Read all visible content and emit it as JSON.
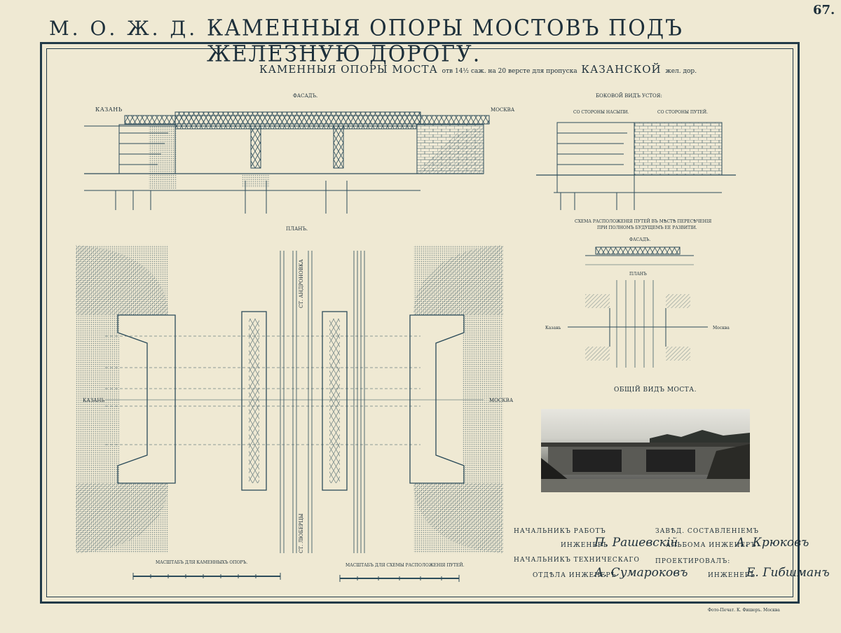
{
  "plate_number": "67.",
  "railway_mark": "М. О. Ж. Д.",
  "page_title": "КАМЕННЫЯ ОПОРЫ МОСТОВЪ ПОДЪ ЖЕЛЕЗНУЮ ДОРОГУ.",
  "sheet": {
    "title_main": "КАМЕННЫЯ ОПОРЫ МОСТА",
    "title_small": "отв 14½ саж. на 20 версте для пропуска",
    "title_kazan": "КАЗАНСКОЙ",
    "title_tail": "жел. дор."
  },
  "facade": {
    "label": "ФАСАДЪ.",
    "left_direction": "КАЗАНЬ",
    "right_direction": "МОСКВА"
  },
  "side_view": {
    "label": "БОКОВОЙ ВИДЪ УСТОЯ:",
    "left_caption": "СО СТОРОНЫ НАСЫПИ.",
    "right_caption": "СО СТОРОНЫ ПУТЕЙ."
  },
  "scheme": {
    "title_line1": "СХЕМА РАСПОЛОЖЕНІЯ ПУТЕЙ ВЪ МѢСТѢ ПЕРЕСѢЧЕНІЯ",
    "title_line2": "ПРИ ПОЛНОМЪ БУДУЩЕМЪ ЕЕ РАЗВИТІИ.",
    "facade_label": "ФАСАДЪ.",
    "plan_label": "ПЛАНЪ",
    "left_direction": "Казань",
    "right_direction": "Москва"
  },
  "plan": {
    "label": "ПЛАНЪ.",
    "left_direction": "КАЗАНЬ",
    "right_direction": "МОСКВА",
    "track_top": "СТ. АНДРОНОВКА",
    "track_bottom": "СТ. ЛЮБЕРЦЫ"
  },
  "photo_caption": "ОБЩІЙ ВИДЪ МОСТА.",
  "scales": {
    "left_label": "МАСШТАБЪ ДЛЯ КАМЕННЫХЪ ОПОРЪ.",
    "right_label": "МАСШТАБЪ ДЛЯ СХЕМЫ РАСПОЛОЖЕНІЯ ПУТЕЙ."
  },
  "signatures": {
    "head_of_works": "НАЧАЛЬНИКЪ РАБОТЪ",
    "engineer_1_title": "ИНЖЕНЕРЪ",
    "engineer_1_name": "П. Рашевскій",
    "head_technical": "НАЧАЛЬНИКЪ ТЕХНИЧЕСКАГО",
    "dept_engineer_title": "ОТДѢЛА ИНЖЕНЕРЪ",
    "dept_engineer_name": "А. Сумароковъ",
    "album_head": "ЗАВѢД. СОСТАВЛЕНІЕМЪ",
    "album_engineer_title": "АЛЬБОМА ИНЖЕНЕРЪ",
    "album_engineer_name": "А. Крюковъ",
    "designed": "ПРОЕКТИРОВАЛЪ:",
    "designer_title": "ИНЖЕНЕРЪ",
    "designer_name": "Е. Гибшманъ"
  },
  "printer_credit": "Фото-Печат. К. Фишеръ. Москва"
}
